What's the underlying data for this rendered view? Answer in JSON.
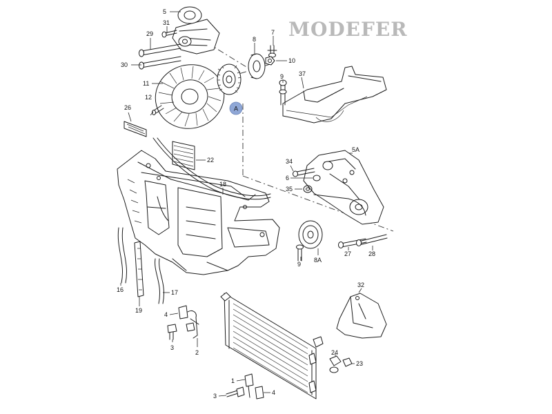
{
  "watermark": "MODEFER",
  "marker": "A",
  "callouts": {
    "c5": "5",
    "c31": "31",
    "c29": "29",
    "c30": "30",
    "c8": "8",
    "c7": "7",
    "c10": "10",
    "c9": "9",
    "c37": "37",
    "c11": "11",
    "c12": "12",
    "c26": "26",
    "c22": "22",
    "c18": "18",
    "c34": "34",
    "c5a": "5A",
    "c6": "6",
    "c35": "35",
    "c9b": "9",
    "c8a": "8A",
    "c27": "27",
    "c28": "28",
    "c16": "16",
    "c19": "19",
    "c17": "17",
    "c4a": "4",
    "c3a": "3",
    "c2": "2",
    "c32": "32",
    "c24": "24",
    "c23": "23",
    "c1": "1",
    "c3b": "3",
    "c4b": "4"
  },
  "colors": {
    "line": "#1a1a1a",
    "marker": "#8fa7d6",
    "watermark": "#b9b9b9"
  }
}
